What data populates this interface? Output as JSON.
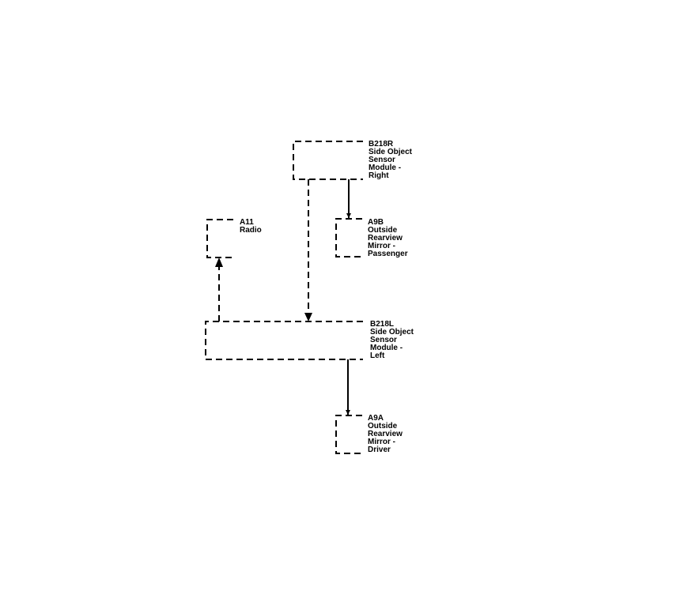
{
  "diagram": {
    "line_color": "#000000",
    "background": "#ffffff",
    "modules": [
      {
        "id": "B218R",
        "lines": [
          "B218R",
          "Side Object",
          "Sensor",
          "Module -",
          "Right"
        ]
      },
      {
        "id": "A9B",
        "lines": [
          "A9B",
          "Outside",
          "Rearview",
          "Mirror -",
          "Passenger"
        ]
      },
      {
        "id": "A11",
        "lines": [
          "A11",
          "Radio"
        ]
      },
      {
        "id": "B218L",
        "lines": [
          "B218L",
          "Side Object",
          "Sensor",
          "Module -",
          "Left"
        ]
      },
      {
        "id": "A9A",
        "lines": [
          "A9A",
          "Outside",
          "Rearview",
          "Mirror -",
          "Driver"
        ]
      }
    ]
  }
}
